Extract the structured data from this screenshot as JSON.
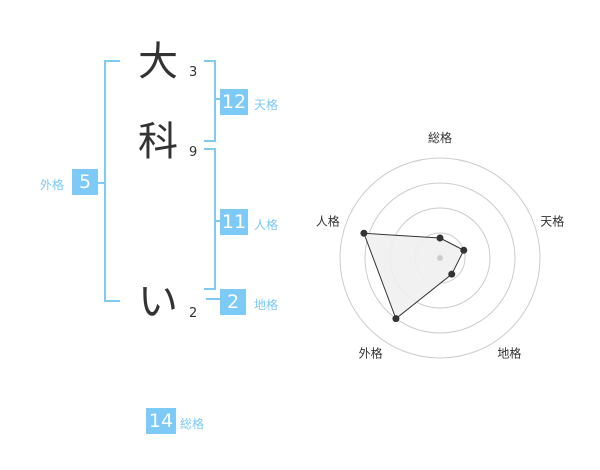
{
  "name": {
    "chars": [
      {
        "char": "大",
        "strokes": "3"
      },
      {
        "char": "科",
        "strokes": "9"
      },
      {
        "char": "い",
        "strokes": "2"
      }
    ]
  },
  "kakusu": {
    "tenkaku": {
      "value": "12",
      "label": "天格"
    },
    "jinkaku": {
      "value": "11",
      "label": "人格"
    },
    "chikaku": {
      "value": "2",
      "label": "地格"
    },
    "gaikaku": {
      "value": "5",
      "label": "外格"
    },
    "soukaku": {
      "value": "14",
      "label": "総格"
    }
  },
  "chart_data": {
    "type": "radar",
    "axes": [
      "総格",
      "天格",
      "地格",
      "外格",
      "人格"
    ],
    "values": [
      0.2,
      0.25,
      0.2,
      0.75,
      0.8
    ],
    "range": [
      0,
      1
    ],
    "rings": 4,
    "colors": {
      "fill": "#f0f0f0",
      "line": "#333333",
      "grid": "#cccccc",
      "center": "#cccccc"
    }
  }
}
